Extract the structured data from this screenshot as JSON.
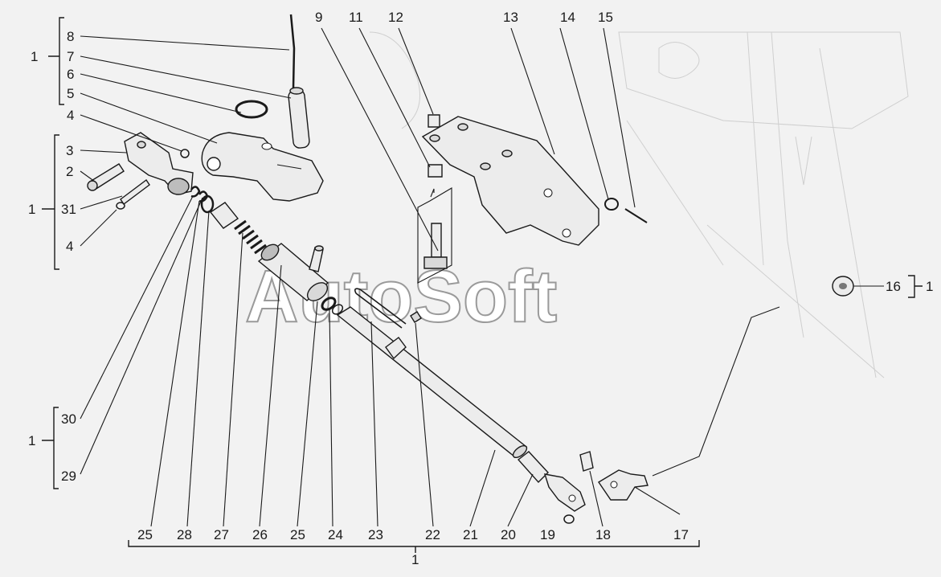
{
  "watermark": "AutoSoft",
  "callouts": {
    "n1": "1",
    "n2": "2",
    "n3": "3",
    "n4": "4",
    "n4b": "4",
    "n5": "5",
    "n6": "6",
    "n7": "7",
    "n8": "8",
    "n9": "9",
    "n11": "11",
    "n12": "12",
    "n13": "13",
    "n14": "14",
    "n15": "15",
    "n16": "16",
    "n17": "17",
    "n18": "18",
    "n19": "19",
    "n20": "20",
    "n21": "21",
    "n22": "22",
    "n23": "23",
    "n24": "24",
    "n25a": "25",
    "n25b": "25",
    "n26": "26",
    "n27": "27",
    "n28": "28",
    "n29": "29",
    "n30": "30",
    "n31": "31"
  },
  "assemblies": {
    "a_top": "1",
    "a_mid": "1",
    "a_bot": "1",
    "a_right": "1",
    "a_bottom_bar": "1"
  }
}
